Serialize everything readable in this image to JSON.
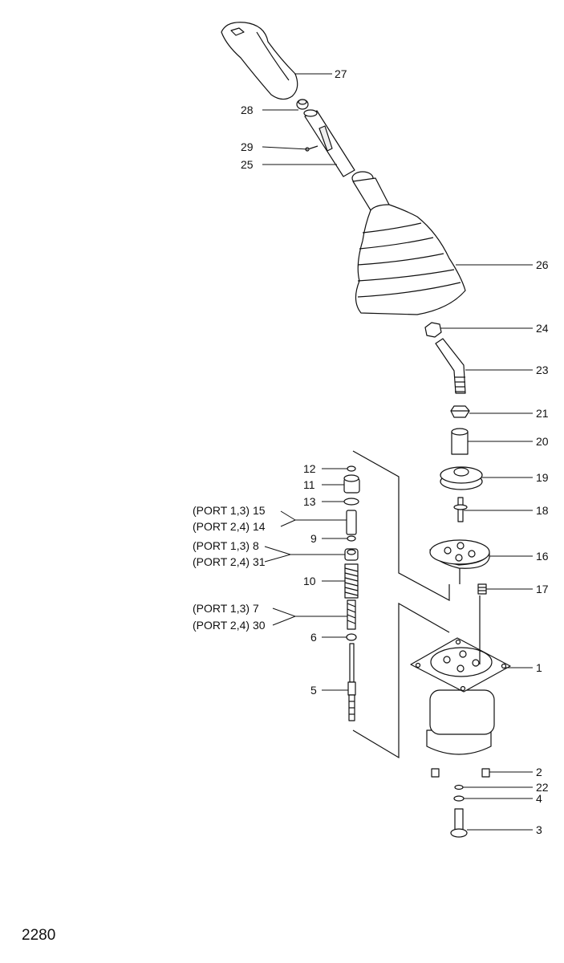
{
  "page_number": "2280",
  "callouts": {
    "c1": "1",
    "c2": "2",
    "c3": "3",
    "c4": "4",
    "c5": "5",
    "c6": "6",
    "c9": "9",
    "c10": "10",
    "c11": "11",
    "c12": "12",
    "c13": "13",
    "c16": "16",
    "c17": "17",
    "c18": "18",
    "c19": "19",
    "c20": "20",
    "c21": "21",
    "c22": "22",
    "c23": "23",
    "c24": "24",
    "c25": "25",
    "c26": "26",
    "c27": "27",
    "c28": "28",
    "c29": "29",
    "port_15": "(PORT 1,3) 15",
    "port_14": "(PORT 2,4) 14",
    "port_8": "(PORT 1,3) 8",
    "port_31": "(PORT 2,4) 31",
    "port_7": "(PORT 1,3) 7",
    "port_30": "(PORT 2,4) 30"
  }
}
